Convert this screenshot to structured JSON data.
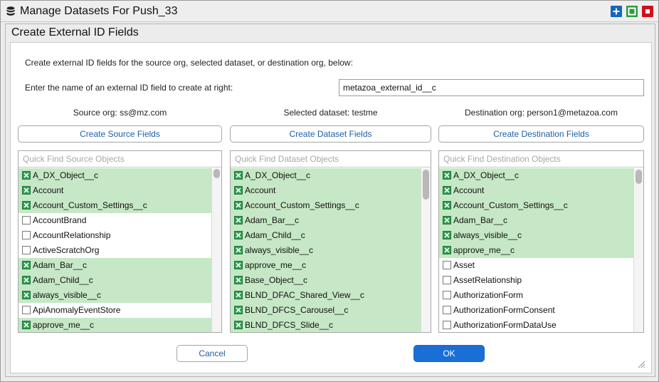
{
  "window": {
    "title": "Manage Datasets For Push_33"
  },
  "panel": {
    "title": "Create External ID Fields"
  },
  "intro_text": "Create external ID fields for the source org, selected dataset, or destination org, below:",
  "name_field": {
    "label": "Enter the name of an external ID field to create at right:",
    "value": "metazoa_external_id__c"
  },
  "columns": [
    {
      "heading": "Source org: ss@mz.com",
      "button": "Create Source Fields",
      "placeholder": "Quick Find Source Objects",
      "items": [
        {
          "label": "A_DX_Object__c",
          "checked": true
        },
        {
          "label": "Account",
          "checked": true
        },
        {
          "label": "Account_Custom_Settings__c",
          "checked": true
        },
        {
          "label": "AccountBrand",
          "checked": false
        },
        {
          "label": "AccountRelationship",
          "checked": false
        },
        {
          "label": "ActiveScratchOrg",
          "checked": false
        },
        {
          "label": "Adam_Bar__c",
          "checked": true
        },
        {
          "label": "Adam_Child__c",
          "checked": true
        },
        {
          "label": "always_visible__c",
          "checked": true
        },
        {
          "label": "ApiAnomalyEventStore",
          "checked": false
        },
        {
          "label": "approve_me__c",
          "checked": true
        }
      ]
    },
    {
      "heading": "Selected dataset: testme",
      "button": "Create Dataset Fields",
      "placeholder": "Quick Find Dataset Objects",
      "items": [
        {
          "label": "A_DX_Object__c",
          "checked": true
        },
        {
          "label": "Account",
          "checked": true
        },
        {
          "label": "Account_Custom_Settings__c",
          "checked": true
        },
        {
          "label": "Adam_Bar__c",
          "checked": true
        },
        {
          "label": "Adam_Child__c",
          "checked": true
        },
        {
          "label": "always_visible__c",
          "checked": true
        },
        {
          "label": "approve_me__c",
          "checked": true
        },
        {
          "label": "Base_Object__c",
          "checked": true
        },
        {
          "label": "BLND_DFAC_Shared_View__c",
          "checked": true
        },
        {
          "label": "BLND_DFCS_Carousel__c",
          "checked": true
        },
        {
          "label": "BLND_DFCS_Slide__c",
          "checked": true
        }
      ]
    },
    {
      "heading": "Destination org: person1@metazoa.com",
      "button": "Create Destination Fields",
      "placeholder": "Quick Find Destination Objects",
      "items": [
        {
          "label": "A_DX_Object__c",
          "checked": true
        },
        {
          "label": "Account",
          "checked": true
        },
        {
          "label": "Account_Custom_Settings__c",
          "checked": true
        },
        {
          "label": "Adam_Bar__c",
          "checked": true
        },
        {
          "label": "always_visible__c",
          "checked": true
        },
        {
          "label": "approve_me__c",
          "checked": true
        },
        {
          "label": "Asset",
          "checked": false
        },
        {
          "label": "AssetRelationship",
          "checked": false
        },
        {
          "label": "AuthorizationForm",
          "checked": false
        },
        {
          "label": "AuthorizationFormConsent",
          "checked": false
        },
        {
          "label": "AuthorizationFormDataUse",
          "checked": false
        }
      ]
    }
  ],
  "buttons": {
    "cancel": "Cancel",
    "ok": "OK"
  },
  "colors": {
    "selected_row": "#c6e8c6",
    "checkbox_on": "#2e9d4f",
    "ok_button": "#1a6fd6",
    "link_text": "#1f5fa8"
  }
}
